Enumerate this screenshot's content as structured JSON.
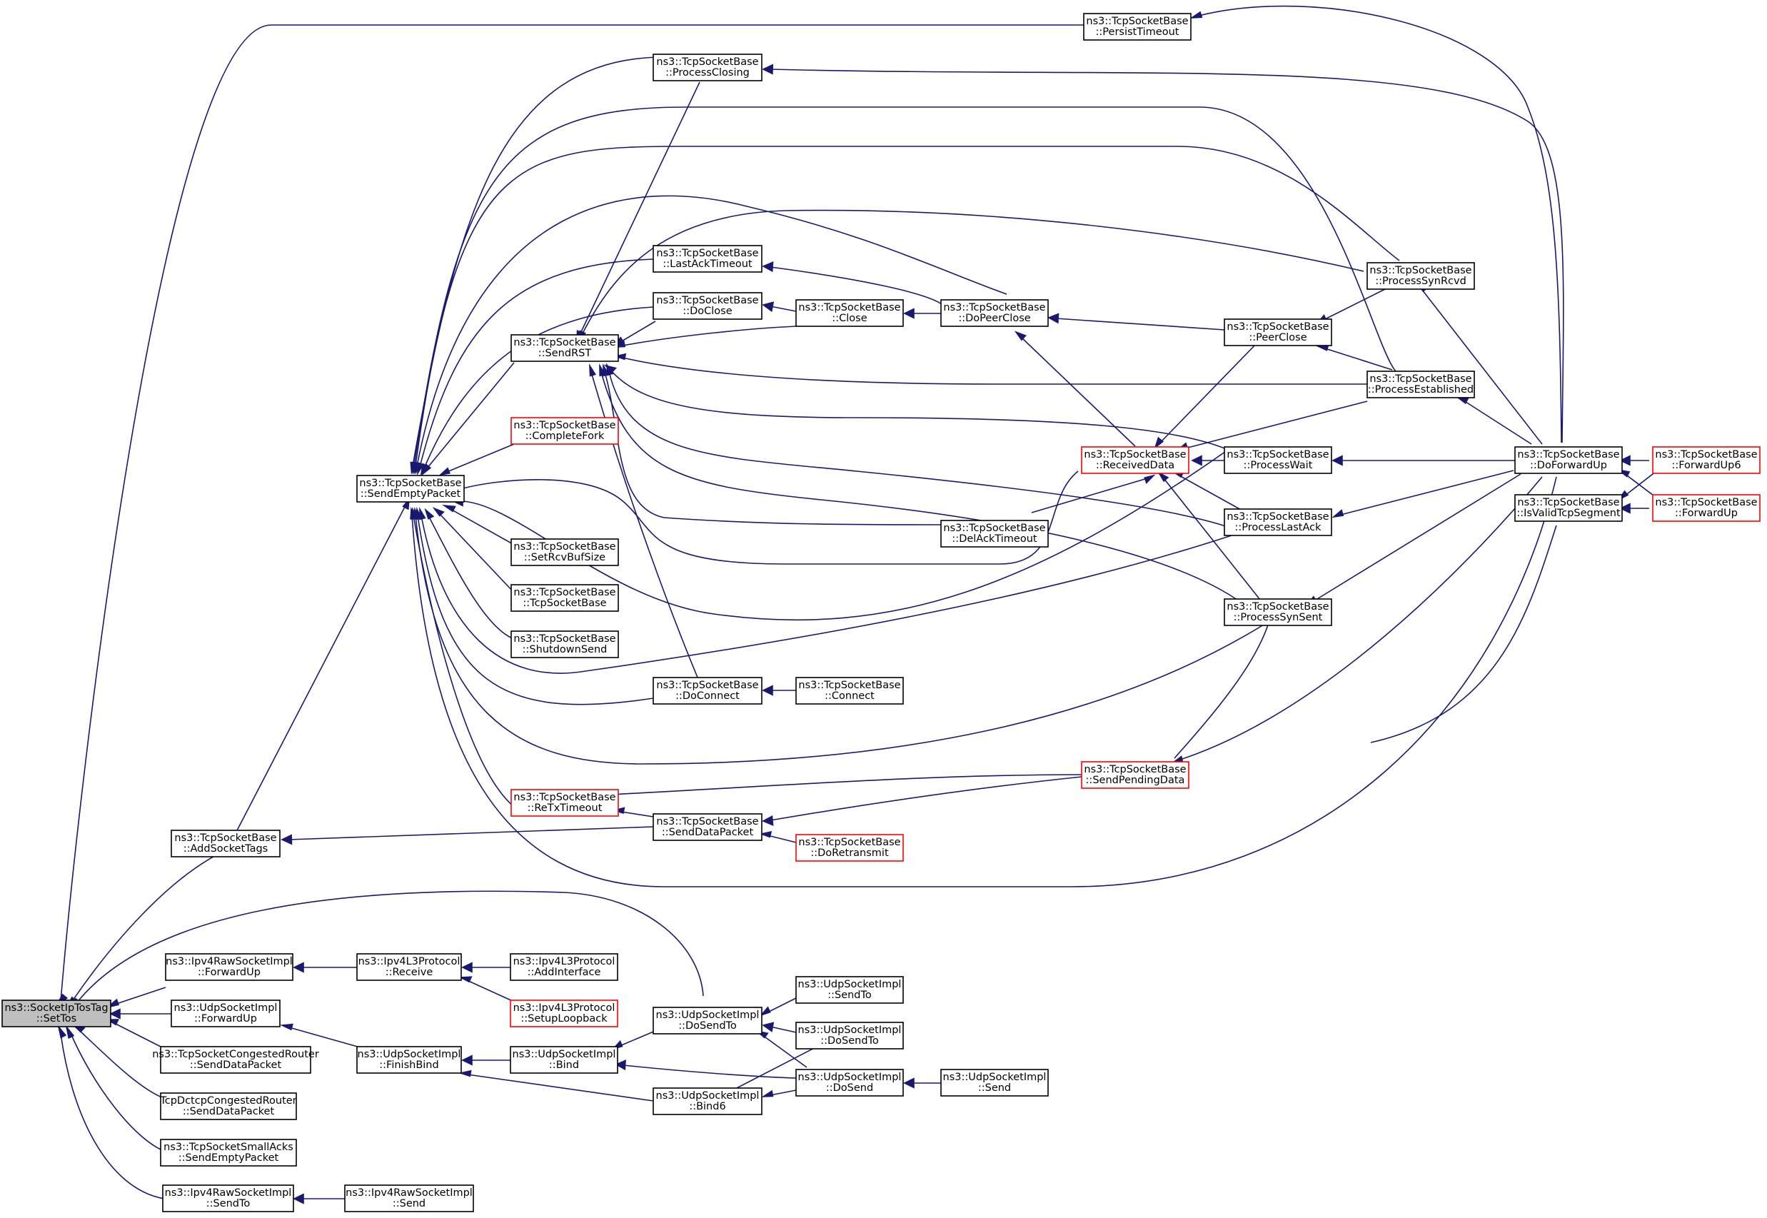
{
  "nodes": {
    "settos": {
      "l1": "ns3::SocketIpTosTag",
      "l2": "::SetTos",
      "style": "root"
    },
    "persisttimeout": {
      "l1": "ns3::TcpSocketBase",
      "l2": "::PersistTimeout"
    },
    "processclosing": {
      "l1": "ns3::TcpSocketBase",
      "l2": "::ProcessClosing"
    },
    "lastacktimeout": {
      "l1": "ns3::TcpSocketBase",
      "l2": "::LastAckTimeout"
    },
    "doclose": {
      "l1": "ns3::TcpSocketBase",
      "l2": "::DoClose"
    },
    "close": {
      "l1": "ns3::TcpSocketBase",
      "l2": "::Close"
    },
    "dopeerclose": {
      "l1": "ns3::TcpSocketBase",
      "l2": "::DoPeerClose"
    },
    "sendrst": {
      "l1": "ns3::TcpSocketBase",
      "l2": "::SendRST"
    },
    "processsynrcvd": {
      "l1": "ns3::TcpSocketBase",
      "l2": "::ProcessSynRcvd"
    },
    "peerclose": {
      "l1": "ns3::TcpSocketBase",
      "l2": "::PeerClose"
    },
    "processestablished": {
      "l1": "ns3::TcpSocketBase",
      "l2": "::ProcessEstablished"
    },
    "completefork": {
      "l1": "ns3::TcpSocketBase",
      "l2": "::CompleteFork",
      "style": "red"
    },
    "receiveddata": {
      "l1": "ns3::TcpSocketBase",
      "l2": "::ReceivedData",
      "style": "red"
    },
    "processwait": {
      "l1": "ns3::TcpSocketBase",
      "l2": "::ProcessWait"
    },
    "doforwardup": {
      "l1": "ns3::TcpSocketBase",
      "l2": "::DoForwardUp"
    },
    "forwardup6": {
      "l1": "ns3::TcpSocketBase",
      "l2": "::ForwardUp6",
      "style": "red"
    },
    "sendemptypacket": {
      "l1": "ns3::TcpSocketBase",
      "l2": "::SendEmptyPacket"
    },
    "isvalidtcpsegment": {
      "l1": "ns3::TcpSocketBase",
      "l2": "::IsValidTcpSegment"
    },
    "tcpforwardup": {
      "l1": "ns3::TcpSocketBase",
      "l2": "::ForwardUp",
      "style": "red"
    },
    "delacktimeout": {
      "l1": "ns3::TcpSocketBase",
      "l2": "::DelAckTimeout"
    },
    "processlastack": {
      "l1": "ns3::TcpSocketBase",
      "l2": "::ProcessLastAck"
    },
    "setrcvbufsize": {
      "l1": "ns3::TcpSocketBase",
      "l2": "::SetRcvBufSize"
    },
    "tcpsocketbase": {
      "l1": "ns3::TcpSocketBase",
      "l2": "::TcpSocketBase"
    },
    "processsynsent": {
      "l1": "ns3::TcpSocketBase",
      "l2": "::ProcessSynSent"
    },
    "shutdownsend": {
      "l1": "ns3::TcpSocketBase",
      "l2": "::ShutdownSend"
    },
    "doconnect": {
      "l1": "ns3::TcpSocketBase",
      "l2": "::DoConnect"
    },
    "connect": {
      "l1": "ns3::TcpSocketBase",
      "l2": "::Connect"
    },
    "sendpendingdata": {
      "l1": "ns3::TcpSocketBase",
      "l2": "::SendPendingData",
      "style": "red"
    },
    "retxtimeout": {
      "l1": "ns3::TcpSocketBase",
      "l2": "::ReTxTimeout",
      "style": "red"
    },
    "addsockettags": {
      "l1": "ns3::TcpSocketBase",
      "l2": "::AddSocketTags"
    },
    "senddatapacket": {
      "l1": "ns3::TcpSocketBase",
      "l2": "::SendDataPacket"
    },
    "doretransmit": {
      "l1": "ns3::TcpSocketBase",
      "l2": "::DoRetransmit",
      "style": "red"
    },
    "ipv4rawforwardup": {
      "l1": "ns3::Ipv4RawSocketImpl",
      "l2": "::ForwardUp"
    },
    "ipv4l3receive": {
      "l1": "ns3::Ipv4L3Protocol",
      "l2": "::Receive"
    },
    "addinterface": {
      "l1": "ns3::Ipv4L3Protocol",
      "l2": "::AddInterface"
    },
    "udpsendto": {
      "l1": "ns3::UdpSocketImpl",
      "l2": "::SendTo"
    },
    "udpforwardup": {
      "l1": "ns3::UdpSocketImpl",
      "l2": "::ForwardUp"
    },
    "setuploopback": {
      "l1": "ns3::Ipv4L3Protocol",
      "l2": "::SetupLoopback",
      "style": "red"
    },
    "udpdosendto": {
      "l1": "ns3::UdpSocketImpl",
      "l2": "::DoSendTo"
    },
    "udpdosendto2": {
      "l1": "ns3::UdpSocketImpl",
      "l2": "::DoSendTo"
    },
    "tcpcongestedrouter": {
      "l1": "ns3::TcpSocketCongestedRouter",
      "l2": "::SendDataPacket"
    },
    "finishbind": {
      "l1": "ns3::UdpSocketImpl",
      "l2": "::FinishBind"
    },
    "bind": {
      "l1": "ns3::UdpSocketImpl",
      "l2": "::Bind"
    },
    "dosend": {
      "l1": "ns3::UdpSocketImpl",
      "l2": "::DoSend"
    },
    "send": {
      "l1": "ns3::UdpSocketImpl",
      "l2": "::Send"
    },
    "bind6": {
      "l1": "ns3::UdpSocketImpl",
      "l2": "::Bind6"
    },
    "tcpdctcp": {
      "l1": "TcpDctcpCongestedRouter",
      "l2": "::SendDataPacket"
    },
    "tcpsmallacks": {
      "l1": "ns3::TcpSocketSmallAcks",
      "l2": "::SendEmptyPacket"
    },
    "ipv4rawsendto": {
      "l1": "ns3::Ipv4RawSocketImpl",
      "l2": "::SendTo"
    },
    "ipv4rawsend": {
      "l1": "ns3::Ipv4RawSocketImpl",
      "l2": "::Send"
    }
  }
}
